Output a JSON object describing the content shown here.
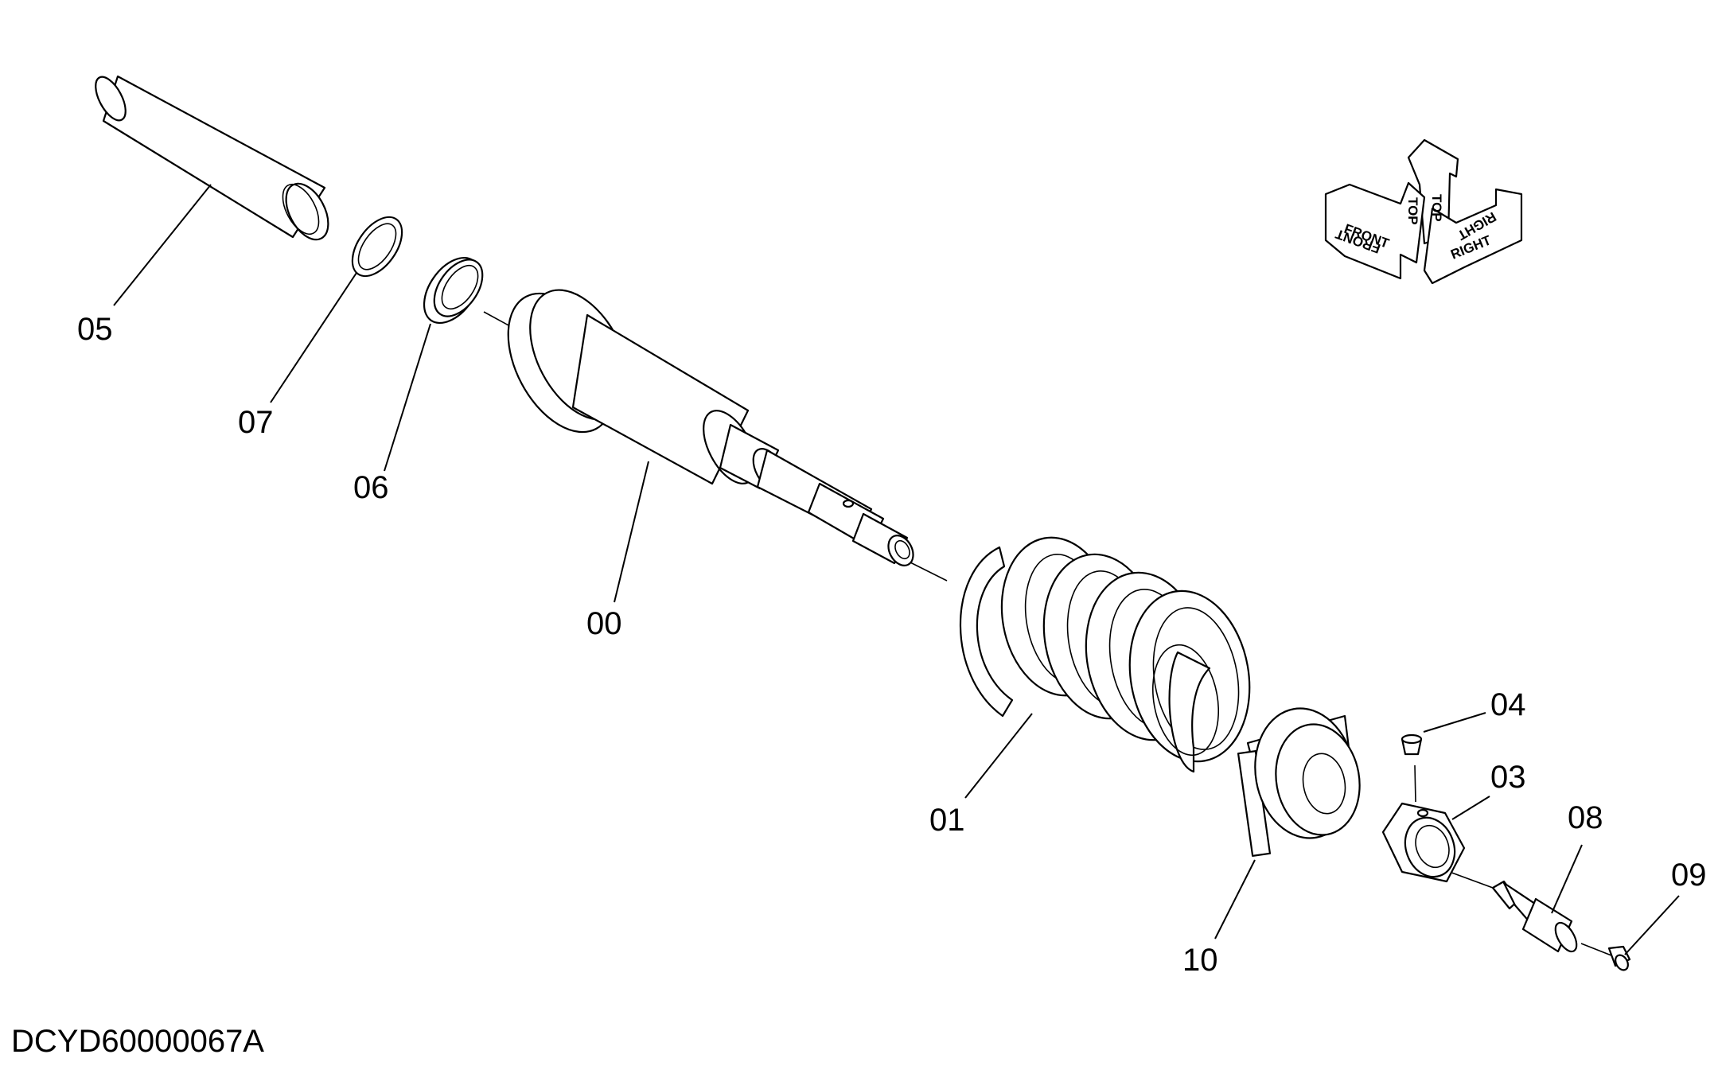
{
  "drawing_code": "DCYD60000067A",
  "part_labels": {
    "p00": "00",
    "p01": "01",
    "p03": "03",
    "p04": "04",
    "p05": "05",
    "p06": "06",
    "p07": "07",
    "p08": "08",
    "p09": "09",
    "p10": "10"
  },
  "orientation": {
    "front": "FRONT",
    "top": "TOP",
    "right": "RIGHT"
  }
}
